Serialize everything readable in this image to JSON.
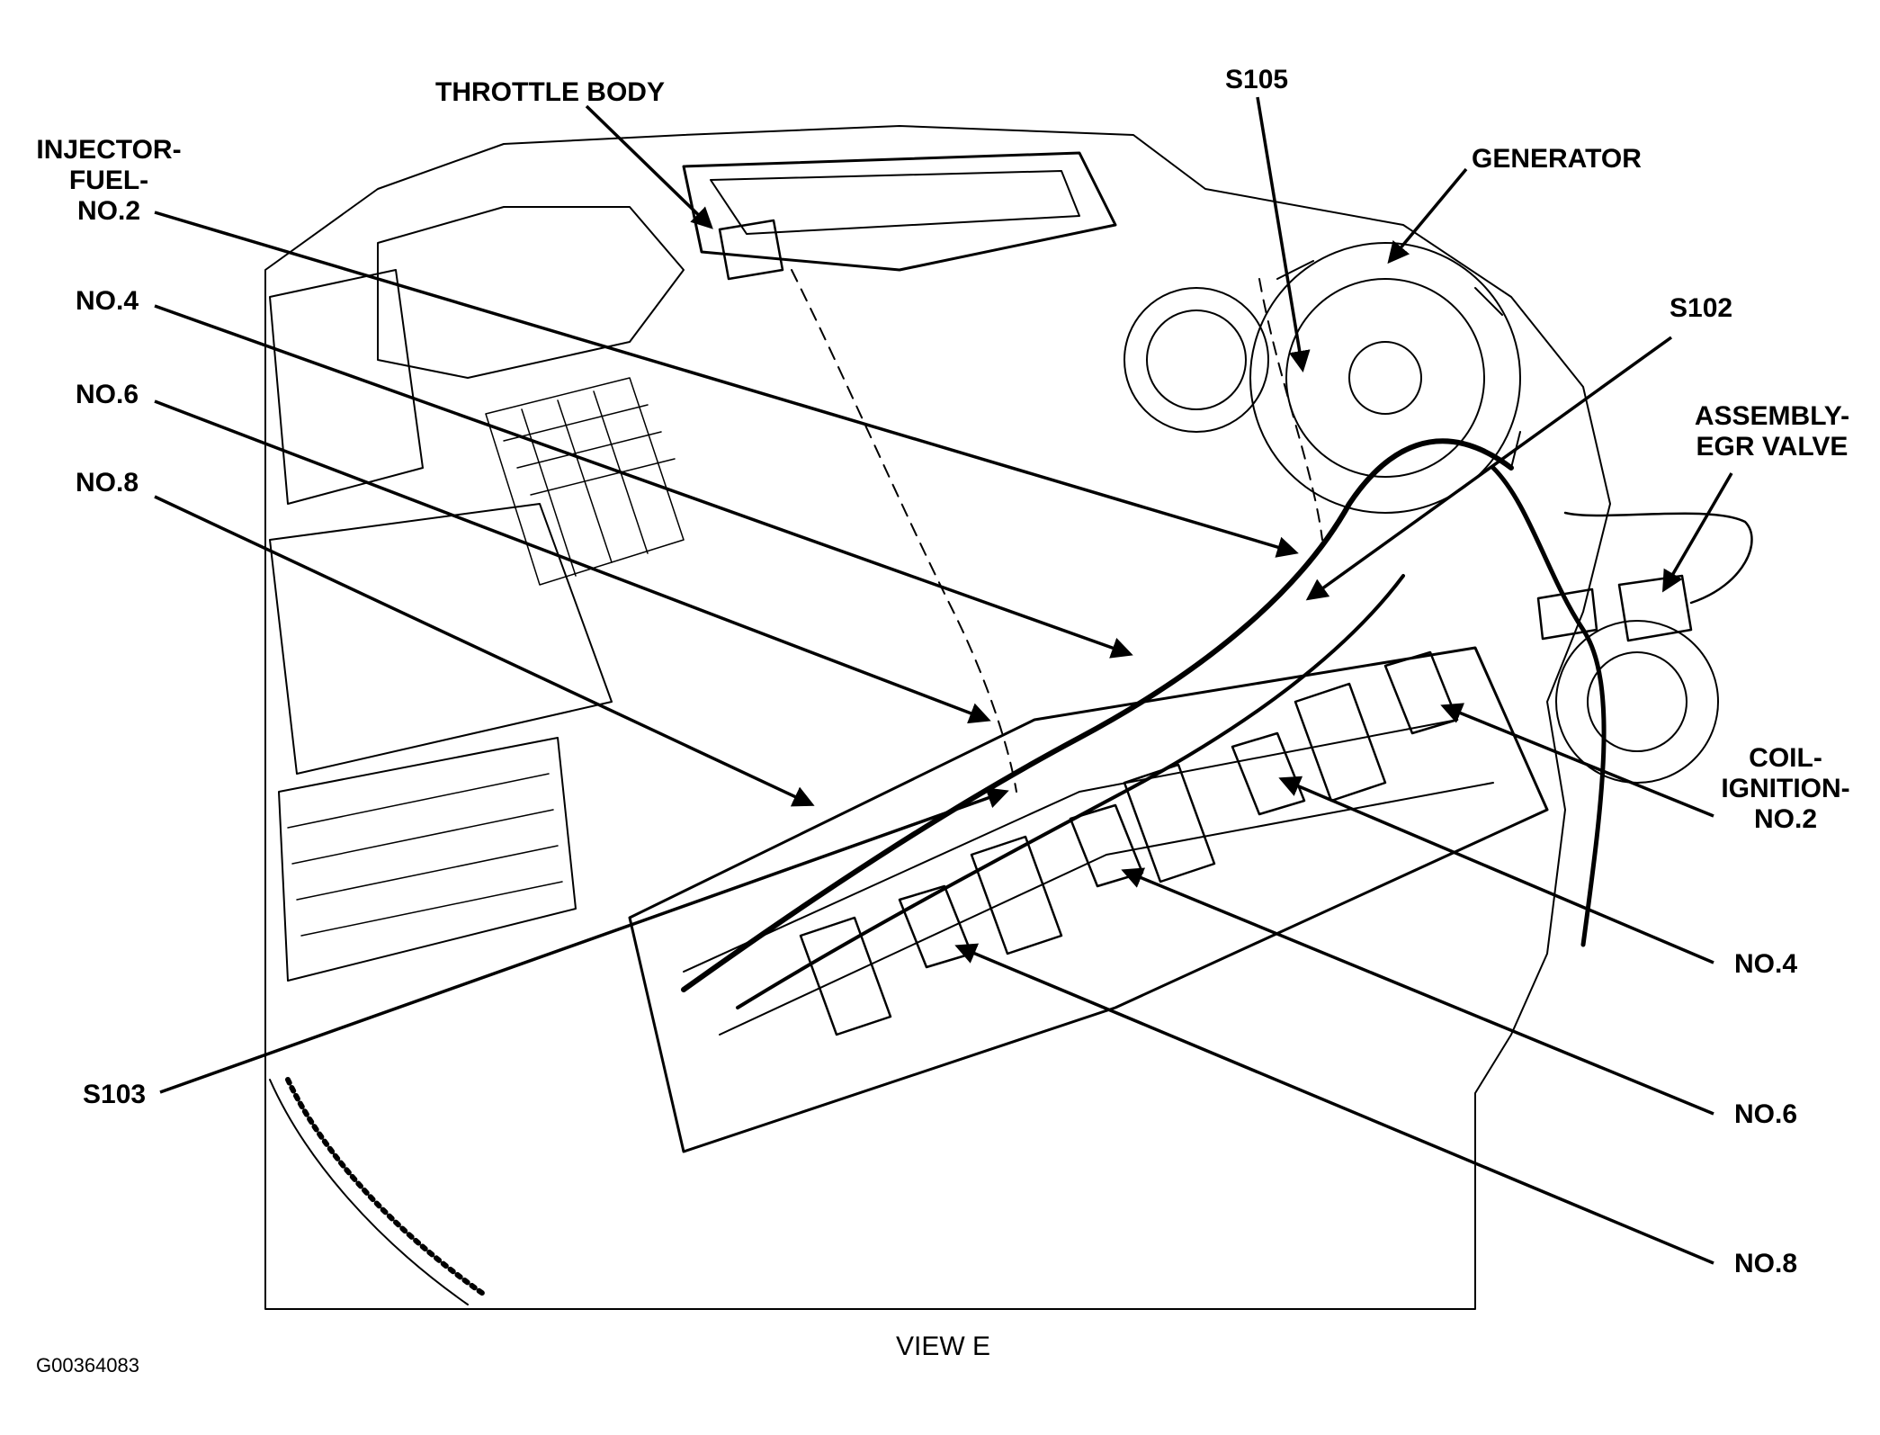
{
  "labels": {
    "throttle_body": "THROTTLE BODY",
    "s105": "S105",
    "generator": "GENERATOR",
    "injector_fuel_no2": [
      "INJECTOR-",
      "FUEL-",
      "NO.2"
    ],
    "injector_no4": "NO.4",
    "injector_no6": "NO.6",
    "injector_no8": "NO.8",
    "s102": "S102",
    "egr_valve": [
      "ASSEMBLY-",
      "EGR VALVE"
    ],
    "coil_ignition_no2": [
      "COIL-",
      "IGNITION-",
      "NO.2"
    ],
    "coil_no4": "NO.4",
    "coil_no6": "NO.6",
    "coil_no8": "NO.8",
    "s103": "S103"
  },
  "caption": "VIEW E",
  "figure_id": "G00364083"
}
